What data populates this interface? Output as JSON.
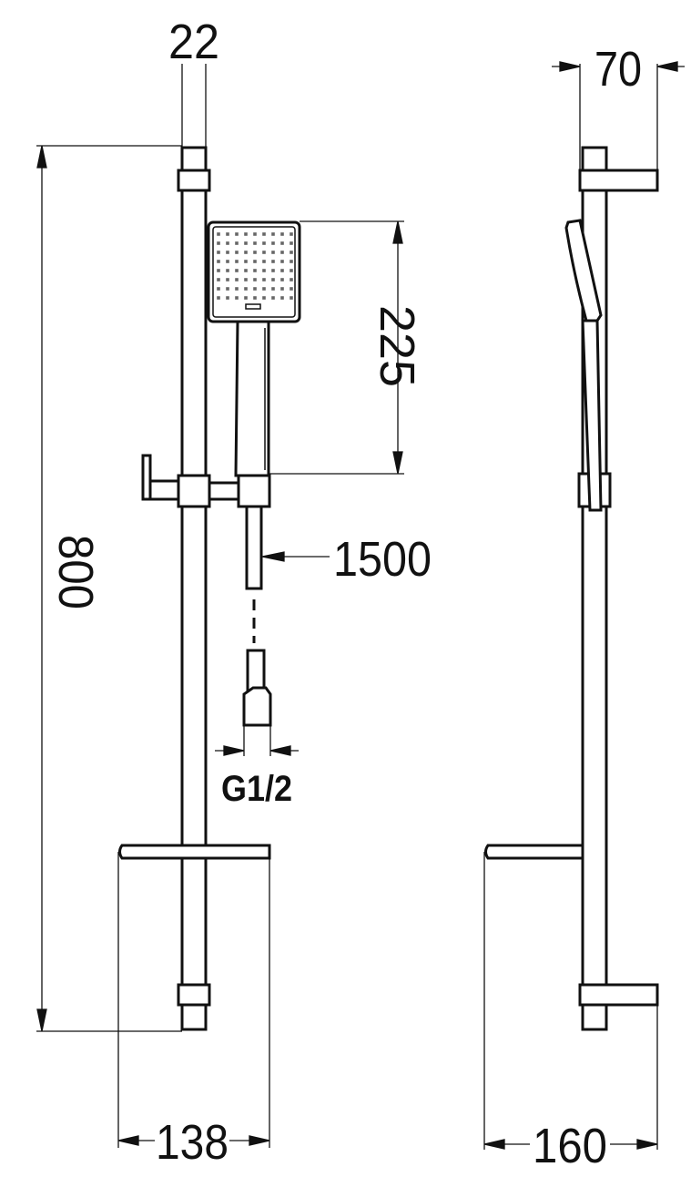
{
  "dimensions": {
    "rail_width": "22",
    "depth": "70",
    "height": "800",
    "head_length": "225",
    "hose_length": "1500",
    "connection": "G1/2",
    "soap_dish_width": "138",
    "soap_dish_depth": "160"
  },
  "colors": {
    "line": "#111111",
    "background": "#ffffff"
  }
}
